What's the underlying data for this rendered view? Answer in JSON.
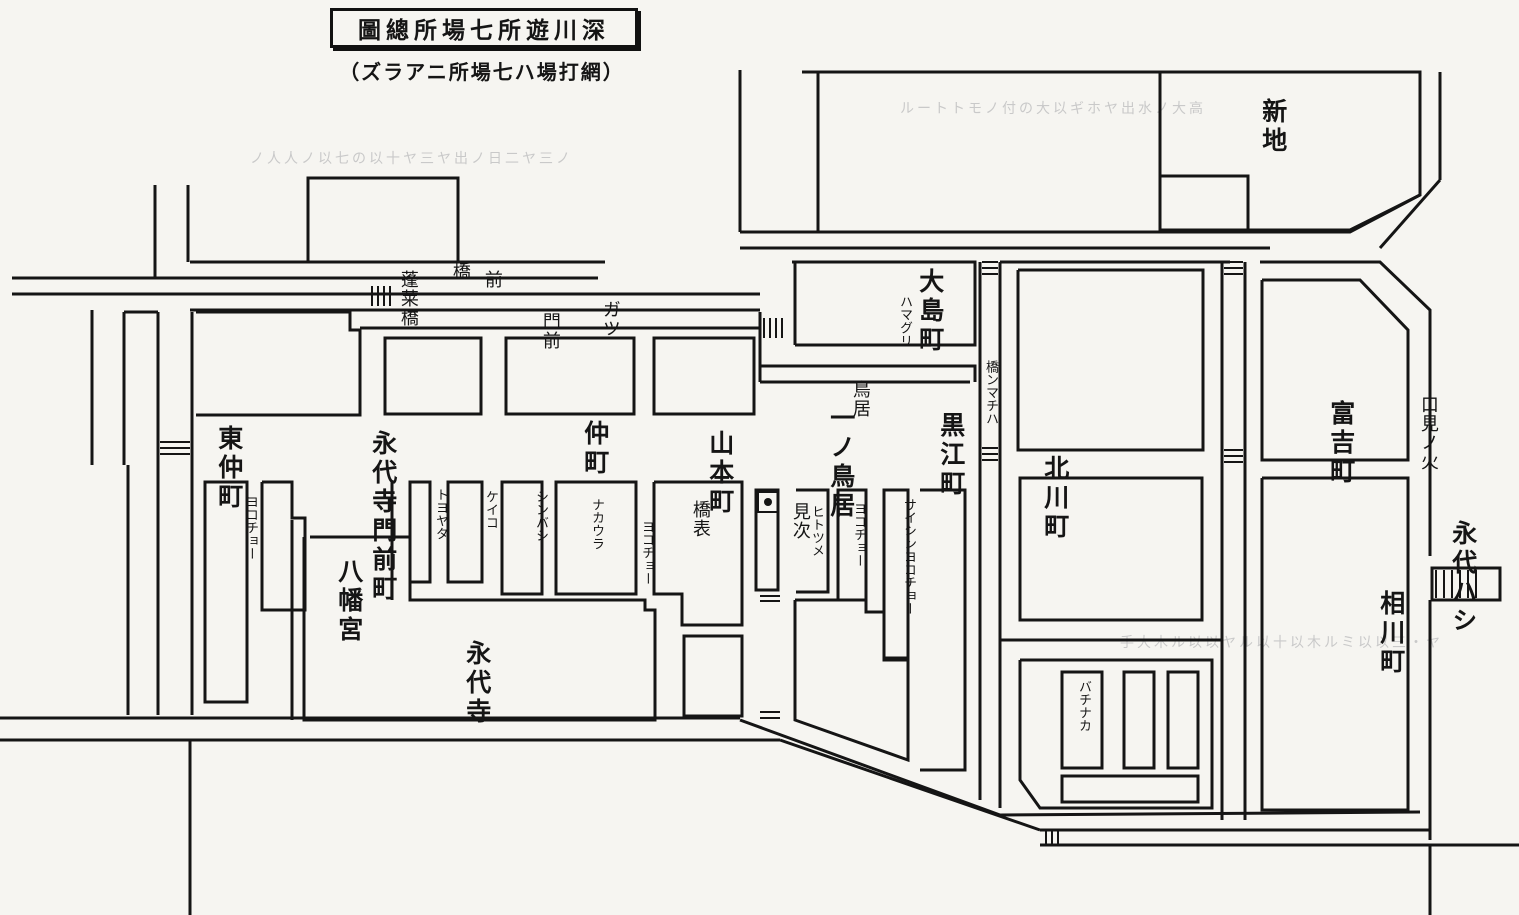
{
  "map": {
    "title": "圖總所場七所遊川深",
    "subtitle": "（ズラアニ所場七ハ場打網）",
    "districts": {
      "higashi_nakacho": "東仲町",
      "eitaiji_monzen": "永代寺門前町",
      "nakacho": "仲町",
      "yamamotocho": "山本町",
      "ichi_no_torii": "一ノ鳥居",
      "kuroe_cho": "黒江町",
      "oshima_cho": "大島町",
      "kitagawa_cho": "北川町",
      "tomiyoshi_cho": "富吉町",
      "aikawa_cho": "相川町",
      "shinchi": "新地",
      "eitaiji": "永代寺",
      "hachiman_gu": "八幡宮",
      "eitai_bashi": "永代ハシ"
    },
    "small_labels": {
      "hashi_a": "橋",
      "mae_a": "前",
      "sode": "ガツ",
      "monzen_small": "門前",
      "torii_small": "鳥居",
      "ozo_hashi": "蓬莱橋",
      "mon_kuchi": "口見ノ火",
      "yokocho_1": "ヨコチョー",
      "yokocho_2": "トヨヤタ",
      "yokocho_3": "ケイコ",
      "yokocho_4": "シンバシ",
      "yokocho_5": "ナカウラ",
      "yokocho_6": "ヨコチョー",
      "yokocho_7": "ヨコチョー",
      "yokocho_8": "サイシンヨコチョー",
      "yokocho_9": "ヒトツメ",
      "hamazaki": "ハマグリ",
      "hashi_suji": "橋ンマチハ",
      "bagi_naka": "バチナカ",
      "hashi_mae": "橋表",
      "mishima": "見次"
    }
  },
  "background_text": {
    "line1": "ルートトモノ付の大以ギホヤ出水ノ大高",
    "line2": "ノ人人ノ以七の以十ヤ三ヤ出ノ日二ヤ三ノ",
    "line3": "手大木ル以以ヤル以十以木ルミ以以三・ヤ"
  }
}
